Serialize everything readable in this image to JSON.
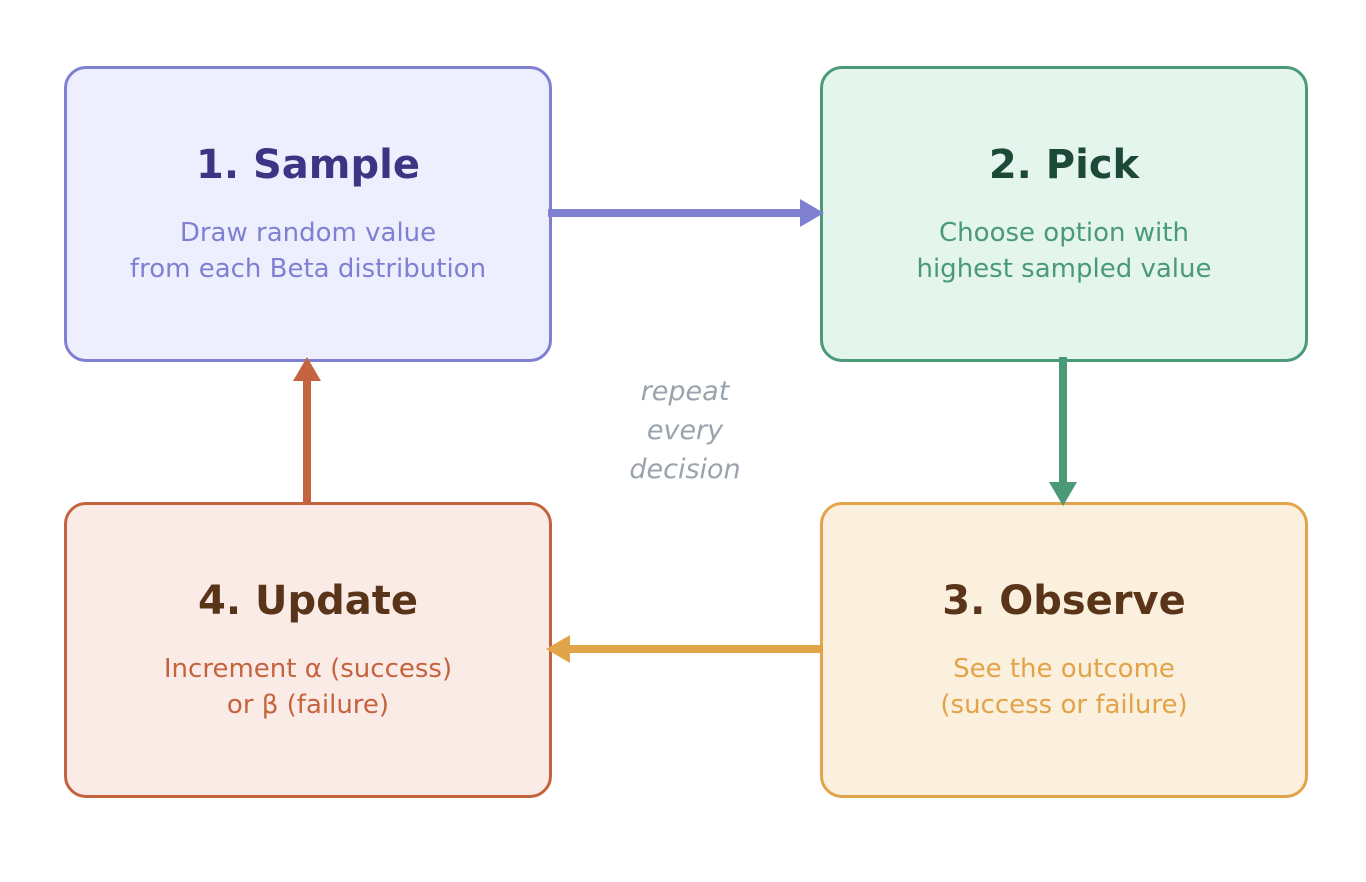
{
  "steps": [
    {
      "id": "sample",
      "title": "1. Sample",
      "desc_lines": [
        "Draw random value",
        "from each Beta distribution"
      ],
      "colors": {
        "border": "#8080d2",
        "fill": "#eeeffe",
        "title": "#3b3583",
        "desc": "#8080d2"
      }
    },
    {
      "id": "pick",
      "title": "2. Pick",
      "desc_lines": [
        "Choose option with",
        "highest sampled value"
      ],
      "colors": {
        "border": "#4a9a78",
        "fill": "#e4f5ee",
        "title": "#1d4a38",
        "desc": "#4a9a78"
      }
    },
    {
      "id": "observe",
      "title": "3. Observe",
      "desc_lines": [
        "See the outcome",
        "(success or failure)"
      ],
      "colors": {
        "border": "#e1a448",
        "fill": "#fbefdd",
        "title": "#5a3418",
        "desc": "#e1a448"
      }
    },
    {
      "id": "update",
      "title": "4. Update",
      "desc_lines": [
        "Increment α (success)",
        "or β (failure)"
      ],
      "colors": {
        "border": "#c4643f",
        "fill": "#fbebe7",
        "title": "#5a3418",
        "desc": "#c4643f"
      }
    }
  ],
  "center_note_lines": [
    "repeat",
    "every",
    "decision"
  ],
  "arrows": [
    {
      "from": "sample",
      "to": "pick",
      "color": "#8080d2"
    },
    {
      "from": "pick",
      "to": "observe",
      "color": "#4a9a78"
    },
    {
      "from": "observe",
      "to": "update",
      "color": "#e1a448"
    },
    {
      "from": "update",
      "to": "sample",
      "color": "#c4643f"
    }
  ]
}
